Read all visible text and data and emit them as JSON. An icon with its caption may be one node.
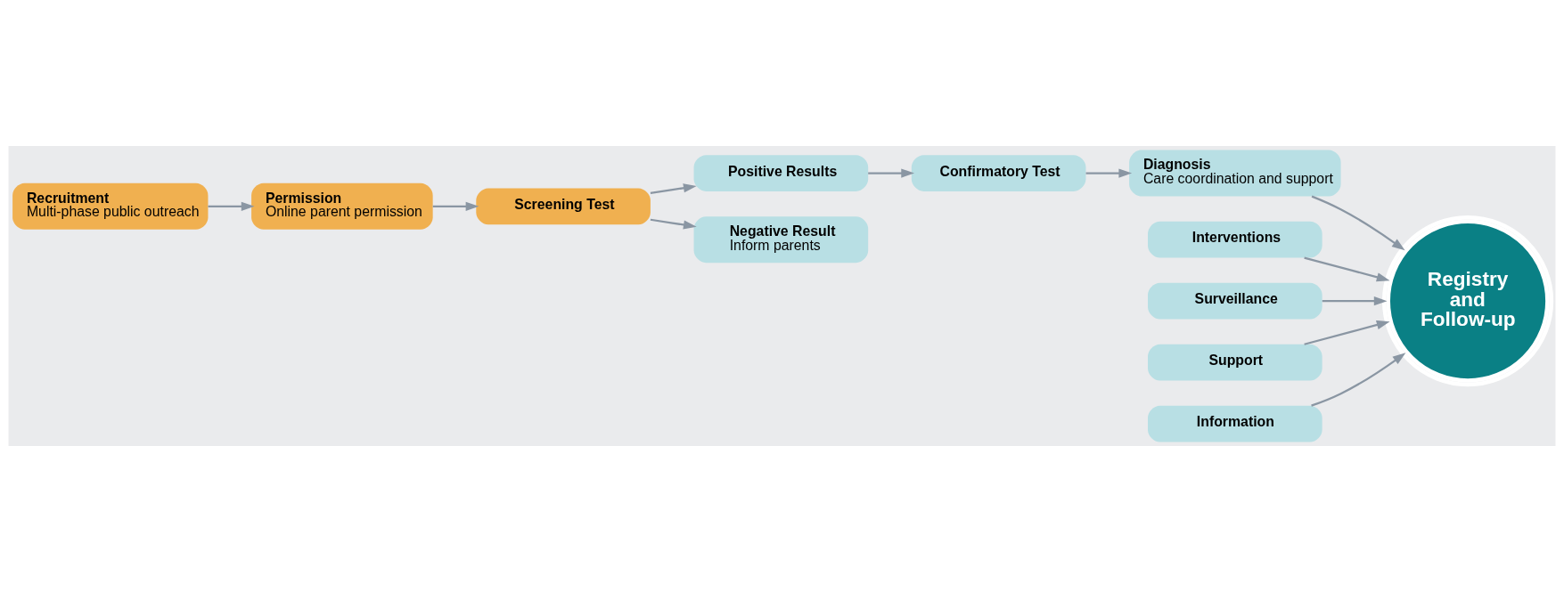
{
  "diagram": {
    "nodes": [
      {
        "text": [
          "Recruitment",
          "Multi-phase public outreach"
        ]
      },
      {
        "text": [
          "Permission",
          "Online parent permission"
        ]
      },
      {
        "text": [
          "Screening Test"
        ]
      },
      {
        "text": [
          "Interventions"
        ]
      },
      {
        "text": [
          "Surveillance"
        ]
      },
      {
        "text": [
          "Support"
        ]
      },
      {
        "text": [
          "Information"
        ]
      },
      {
        "text": [
          "Registry and Follow-up"
        ]
      },
      {
        "text": [
          "Positive Results"
        ]
      },
      {
        "text": [
          "Negative Result",
          "Inform parents"
        ]
      },
      {
        "text": [
          "Confirmatory Test"
        ]
      },
      {
        "text": [
          "Diagnosis",
          "Care coordination and support"
        ]
      }
    ],
    "edges": [
      {
        "from": 0,
        "to": 1,
        "arrow": "to"
      },
      {
        "from": 1,
        "to": 2,
        "arrow": "to"
      },
      {
        "from": 2,
        "to": 8,
        "arrow": "to"
      },
      {
        "from": 2,
        "to": 9,
        "arrow": "to"
      },
      {
        "from": 3,
        "to": 7,
        "arrow": "to"
      },
      {
        "from": 4,
        "to": 7,
        "arrow": "to"
      },
      {
        "from": 5,
        "to": 7,
        "arrow": "to"
      },
      {
        "from": 6,
        "to": 7,
        "arrow": "to"
      },
      {
        "from": 8,
        "to": 10,
        "arrow": "to"
      },
      {
        "from": 10,
        "to": 11,
        "arrow": "to"
      },
      {
        "from": 11,
        "to": 7,
        "arrow": "to"
      }
    ]
  }
}
